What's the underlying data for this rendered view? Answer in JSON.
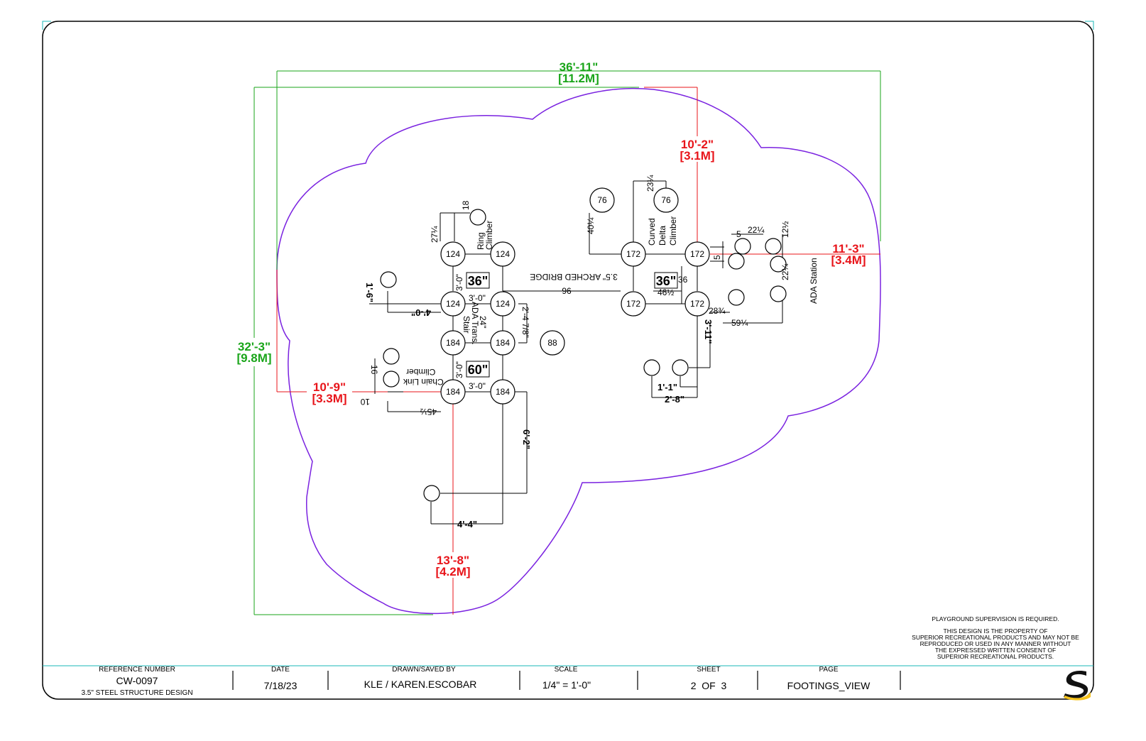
{
  "overall": {
    "width": {
      "ft": "36'-11\"",
      "m": "[11.2M]"
    },
    "depth": {
      "ft": "32'-3\"",
      "m": "[9.8M]"
    }
  },
  "red_dims": {
    "top": {
      "ft": "10'-2\"",
      "m": "[3.1M]"
    },
    "right": {
      "ft": "11'-3\"",
      "m": "[3.4M]"
    },
    "left": {
      "ft": "10'-9\"",
      "m": "[3.3M]"
    },
    "bottom": {
      "ft": "13'-8\"",
      "m": "[4.2M]"
    }
  },
  "footings": {
    "f124": "124",
    "f184": "184",
    "f172": "172",
    "f76": "76",
    "f88": "88"
  },
  "deck_heights": {
    "d36a": "36\"",
    "d36b": "36\"",
    "d60": "60\""
  },
  "component_labels": {
    "ring_climber_1": "Ring",
    "ring_climber_2": "Climber",
    "curved_1": "Curved",
    "curved_2": "Delta",
    "curved_3": "Climber",
    "arched_bridge": "3.5\" ARCHED BRIDGE",
    "ada_trans_1": "24\"",
    "ada_trans_2": "ADA Trans.",
    "ada_trans_3": "Stair",
    "chain_1": "Chain Link",
    "chain_2": "Climber",
    "ada_station": "ADA Station"
  },
  "small_dims": {
    "d18": "18",
    "d27": "27¼",
    "d3_0a": "3'-0\"",
    "d3_0b": "3'-0\"",
    "d3_0c": "3'-0\"",
    "d3_0d": "3'-0\"",
    "d1_6": "1'-6\"",
    "d4_0": "4'-0\"",
    "d2_4": "2'-4 7/8\"",
    "d96": "96",
    "d16": "16",
    "d10": "10",
    "d45": "45½",
    "d6_2": "6'-2\"",
    "d4_4": "4'-4\"",
    "d40": "40¼",
    "d23": "23¼",
    "d36s": "36",
    "d46": "46½",
    "d5a": "5",
    "d5b": "5",
    "d22a": "22¼",
    "d12": "12½",
    "d22b": "22¼",
    "d28": "28¾",
    "d59": "59¼",
    "d3_11": "3'-11\"",
    "d1_1": "1'-1\"",
    "d2_8": "2'-8\""
  },
  "notes": {
    "supervision": "PLAYGROUND SUPERVISION IS REQUIRED.",
    "prop1": "THIS DESIGN IS THE PROPERTY OF",
    "prop2": "SUPERIOR RECREATIONAL PRODUCTS AND MAY NOT BE",
    "prop3": "REPRODUCED OR USED IN ANY MANNER WITHOUT",
    "prop4": "THE EXPRESSED WRITTEN CONSENT OF",
    "prop5": "SUPERIOR RECREATIONAL PRODUCTS."
  },
  "title_block": {
    "ref_h": "REFERENCE NUMBER",
    "ref_v": "CW-0097",
    "ref_sub": "3.5\" STEEL STRUCTURE DESIGN",
    "date_h": "DATE",
    "date_v": "7/18/23",
    "drawn_h": "DRAWN/SAVED BY",
    "drawn_v": "KLE / KAREN.ESCOBAR",
    "scale_h": "SCALE",
    "scale_v": "1/4\" = 1'-0\"",
    "sheet_h": "SHEET",
    "sheet_v": "2  OF  3",
    "page_h": "PAGE",
    "page_v": "FOOTINGS_VIEW"
  },
  "colors": {
    "outline": "#7a22e0",
    "dim_green": "#1aa51a",
    "dim_red": "#e8141a",
    "border_cyan": "#19b7b7",
    "logo_yellow": "#f5c21b"
  }
}
